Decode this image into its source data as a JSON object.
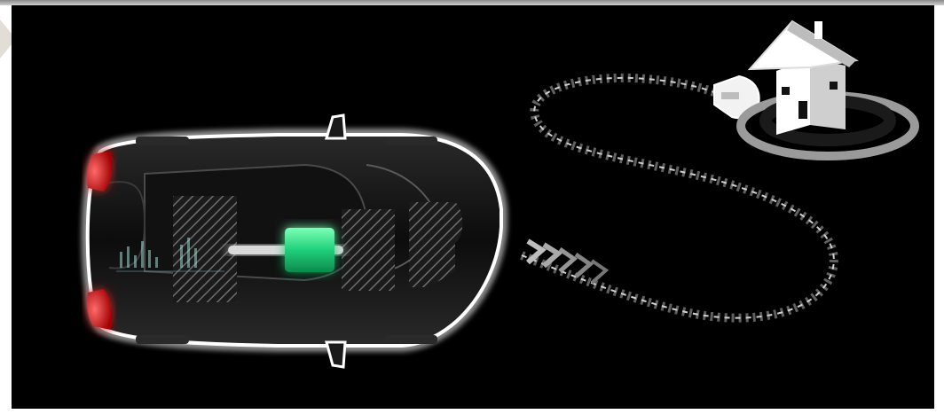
{
  "image": {
    "subject": "electric-car-charging-illustration",
    "elements": [
      "car",
      "battery",
      "charging-cable",
      "plug",
      "house"
    ]
  },
  "colors": {
    "background": "#000000",
    "battery": "#1fd07a",
    "tail_lights": "#ff2a2a",
    "outline_glow": "#ffffff",
    "house_ring": "#9a9a9a"
  }
}
